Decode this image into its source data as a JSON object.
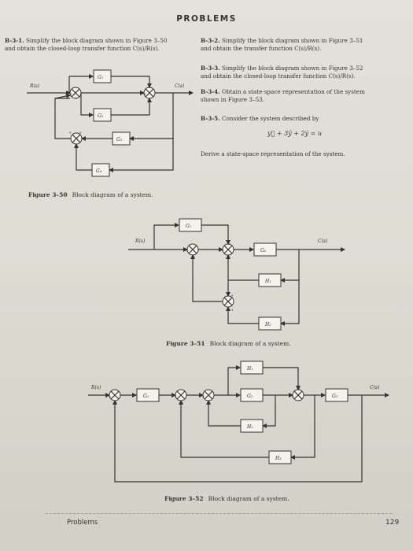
{
  "page": {
    "heading": "PROBLEMS",
    "footer_left": "Problems",
    "page_number": "129"
  },
  "problems": {
    "b31": {
      "id": "B-3-1.",
      "line1": "Simplify the block diagram shown in Figure 3–50",
      "line2": "and obtain the closed-loop transfer function C(s)/R(s)."
    },
    "b32": {
      "id": "B-3-2.",
      "line1": "Simplify the block diagram shown in Figure 3–51",
      "line2": "and obtain the transfer function C(s)/R(s)."
    },
    "b33": {
      "id": "B-3-3.",
      "line1": "Simplify the block diagram shown in Figure 3–52",
      "line2": "and obtain the closed-loop transfer function C(s)/R(s)."
    },
    "b34": {
      "id": "B-3-4.",
      "line1": "Obtain a state-space representation of the system",
      "line2": "shown in Figure 3–53."
    },
    "b35": {
      "id": "B-3-5.",
      "line1": "Consider the system described by",
      "equation": "y⃛ + 3ÿ + 2ẏ = u",
      "line2": "Derive a state-space representation of the system."
    }
  },
  "figures": {
    "f350": {
      "label": "Figure 3–50",
      "caption": "Block diagram of a system.",
      "input": "R(s)",
      "output": "C(s)",
      "blocks": [
        "G₁",
        "G₂",
        "G₃",
        "G₄"
      ]
    },
    "f351": {
      "label": "Figure 3–51",
      "caption": "Block diagram of a system.",
      "input": "R(s)",
      "output": "C(s)",
      "blocks": [
        "G₁",
        "G₂",
        "H₁",
        "H₂"
      ]
    },
    "f352": {
      "label": "Figure 3–52",
      "caption": "Block diagram of a system.",
      "input": "R(s)",
      "output": "C(s)",
      "blocks": [
        "G₁",
        "G₂",
        "G₃",
        "H₁",
        "H₂",
        "H₃"
      ]
    }
  }
}
